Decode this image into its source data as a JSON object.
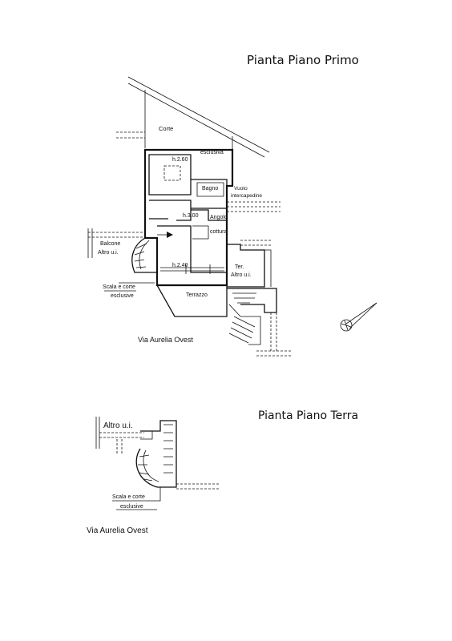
{
  "first_floor": {
    "title": "Pianta Piano Primo",
    "rooms": {
      "corte": "Corte",
      "esclusiva": "esclusiva",
      "h_260": "h.2.60",
      "bagno": "Bagno",
      "vuoto": "Vuoto",
      "intercapedine": "intercapedine",
      "h_300": "h.3.00",
      "angolo": "Angolo",
      "cottura": "cottura",
      "balcone": "Balcone",
      "altro_ui_1": "Altro u.i.",
      "h_240": "h.2.40",
      "ter": "Ter.",
      "altro_ui_2": "Altro u.i.",
      "scala_corte": "Scala e corte",
      "esclusive": "esclusive",
      "terrazzo": "Terrazzo"
    },
    "street": "Via Aurelia Ovest"
  },
  "ground_floor": {
    "title": "Pianta Piano Terra",
    "altro_ui": "Altro u.i.",
    "scala_corte": "Scala e corte",
    "esclusive": "esclusive",
    "street": "Via Aurelia Ovest"
  }
}
